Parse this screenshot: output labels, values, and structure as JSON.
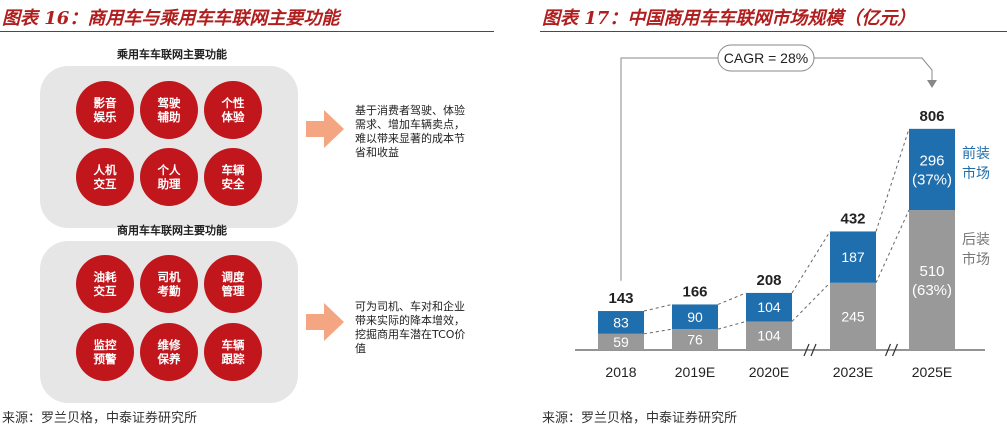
{
  "left": {
    "title": "图表 16：商用车与乘用车车联网主要功能",
    "source": "来源：罗兰贝格，中泰证券研究所",
    "groups": [
      {
        "title": "乘用车车联网主要功能",
        "items": [
          "影音\n娱乐",
          "驾驶\n辅助",
          "个性\n体验",
          "人机\n交互",
          "个人\n助理",
          "车辆\n安全"
        ],
        "desc": "基于消费者驾驶、体验需求、增加车辆卖点，难以带来显著的成本节省和收益"
      },
      {
        "title": "商用车车联网主要功能",
        "items": [
          "油耗\n交互",
          "司机\n考勤",
          "调度\n管理",
          "监控\n预警",
          "维修\n保养",
          "车辆\n跟踪"
        ],
        "desc": "可为司机、车对和企业带来实际的降本增效，挖掘商用车潜在TCO价值"
      }
    ],
    "colors": {
      "circle": "#c0161c",
      "box": "#e6e6e6",
      "arrow": "#f4a582"
    }
  },
  "right": {
    "title": "图表 17：中国商用车车联网市场规模（亿元）",
    "source": "来源：罗兰贝格，中泰证券研究所"
  },
  "chart_data": {
    "type": "bar",
    "stacked": true,
    "categories": [
      "2018",
      "2019E",
      "2020E",
      "2023E",
      "2025E"
    ],
    "series": [
      {
        "name": "后装市场",
        "values": [
          59,
          76,
          104,
          245,
          510
        ],
        "labels": [
          "59",
          "76",
          "104",
          "245",
          "510\n(63%)"
        ],
        "color": "#999999"
      },
      {
        "name": "前装市场",
        "values": [
          83,
          90,
          104,
          187,
          296
        ],
        "labels": [
          "83",
          "90",
          "104",
          "187",
          "296\n(37%)"
        ],
        "color": "#1f6eae"
      }
    ],
    "totals": [
      "143",
      "166",
      "208",
      "432",
      "806"
    ],
    "annotation": "CAGR = 28%",
    "legend": [
      "前装\n市场",
      "后装\n市场"
    ],
    "axis_breaks_after": [
      "2020E",
      "2023E"
    ],
    "ylim": [
      0,
      820
    ],
    "grid": false,
    "legend_placement": "right",
    "colors": {
      "title": "#b01e1e",
      "legend": "#1f6eae",
      "legend_muted": "#777777"
    }
  }
}
